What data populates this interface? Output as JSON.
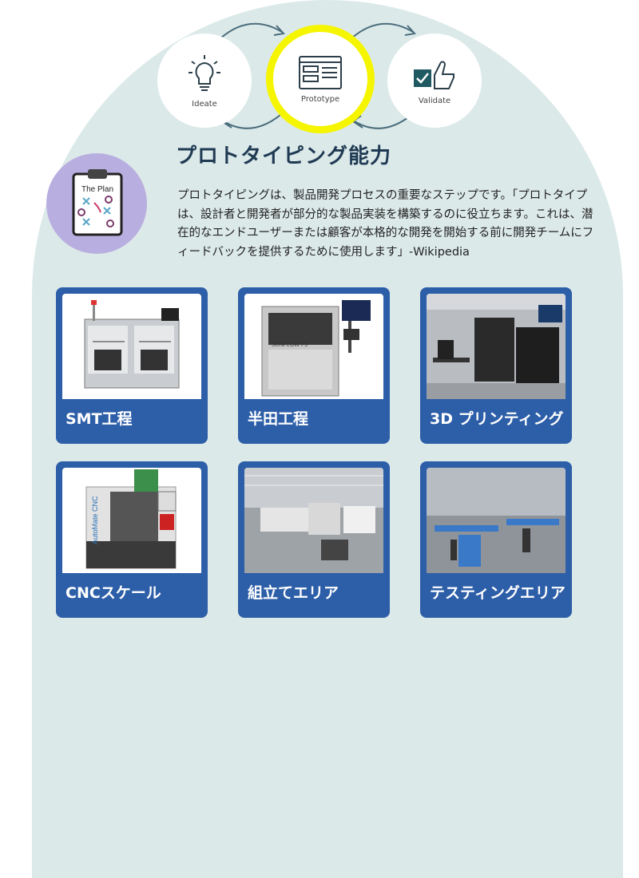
{
  "process_steps": [
    {
      "label": "Ideate"
    },
    {
      "label": "Prototype"
    },
    {
      "label": "Validate"
    }
  ],
  "plan_icon": {
    "label": "The Plan"
  },
  "heading": "プロトタイピング能力",
  "description": "プロトタイピングは、製品開発プロセスの重要なステップです。「プロトタイプは、設計者と開発者が部分的な製品実装を構築するのに役立ちます。これは、潜在的なエンドユーザーまたは顧客が本格的な開発を開始する前に開発チームにフィードバックを提供するために使用します」-Wikipedia",
  "cards": [
    {
      "label": "SMT工程",
      "photo_text": ""
    },
    {
      "label": "半田工程",
      "photo_text": "SUNFLOW F5"
    },
    {
      "label": "3D プリンティング",
      "photo_text": ""
    },
    {
      "label": "CNCスケール",
      "photo_text": "AutoMate CNC"
    },
    {
      "label": "組立てエリア",
      "photo_text": ""
    },
    {
      "label": "テスティングエリア",
      "photo_text": ""
    }
  ],
  "colors": {
    "background": "#dce9e9",
    "accent_highlight": "#f5f500",
    "card": "#2d5ea8",
    "heading": "#1f3a53"
  }
}
